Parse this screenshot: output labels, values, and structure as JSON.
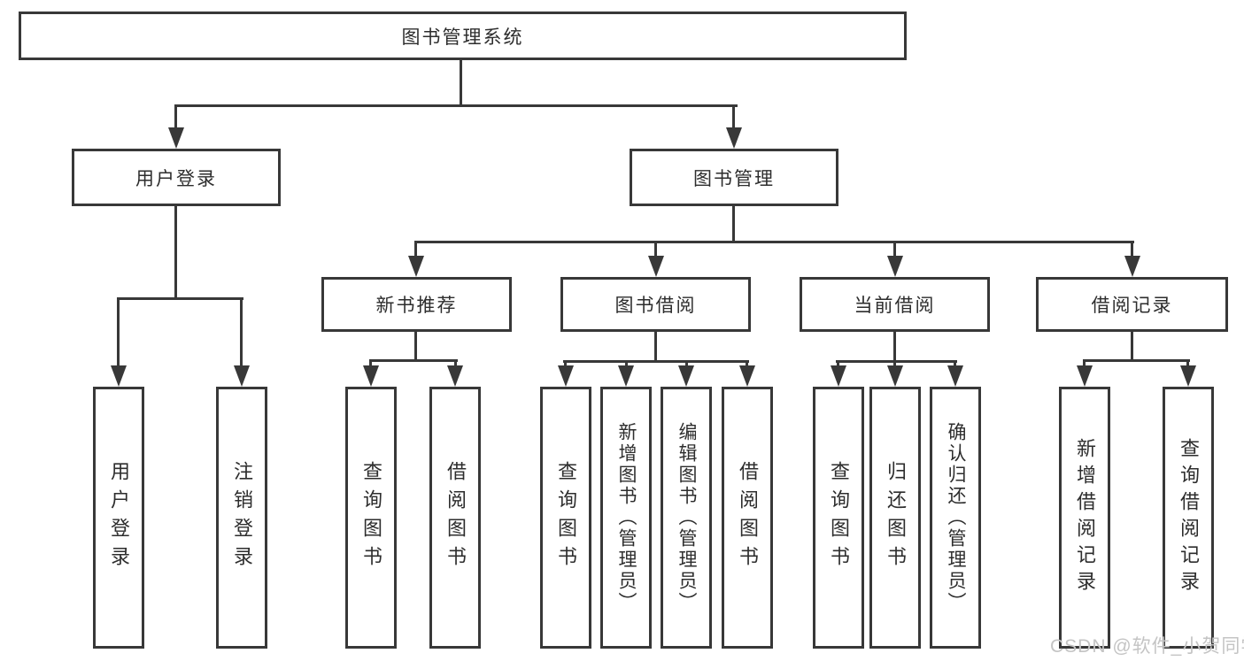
{
  "tree": {
    "label": "图书管理系统",
    "children": [
      {
        "label": "用户登录",
        "children": [
          {
            "label": "用户登录"
          },
          {
            "label": "注销登录"
          }
        ]
      },
      {
        "label": "图书管理",
        "children": [
          {
            "label": "新书推荐",
            "children": [
              {
                "label": "查询图书"
              },
              {
                "label": "借阅图书"
              }
            ]
          },
          {
            "label": "图书借阅",
            "children": [
              {
                "label": "查询图书"
              },
              {
                "label": "新增图书（管理员）"
              },
              {
                "label": "编辑图书（管理员）"
              },
              {
                "label": "借阅图书"
              }
            ]
          },
          {
            "label": "当前借阅",
            "children": [
              {
                "label": "查询图书"
              },
              {
                "label": "归还图书"
              },
              {
                "label": "确认归还（管理员）"
              }
            ]
          },
          {
            "label": "借阅记录",
            "children": [
              {
                "label": "新增借阅记录"
              },
              {
                "label": "查询借阅记录"
              }
            ]
          }
        ]
      }
    ]
  },
  "watermark": {
    "text": "CSDN @软件_小贺同学"
  },
  "colors": {
    "line": "#383838",
    "text": "#2d2d2d",
    "watermark": "#c4c4c4",
    "background": "#ffffff"
  }
}
